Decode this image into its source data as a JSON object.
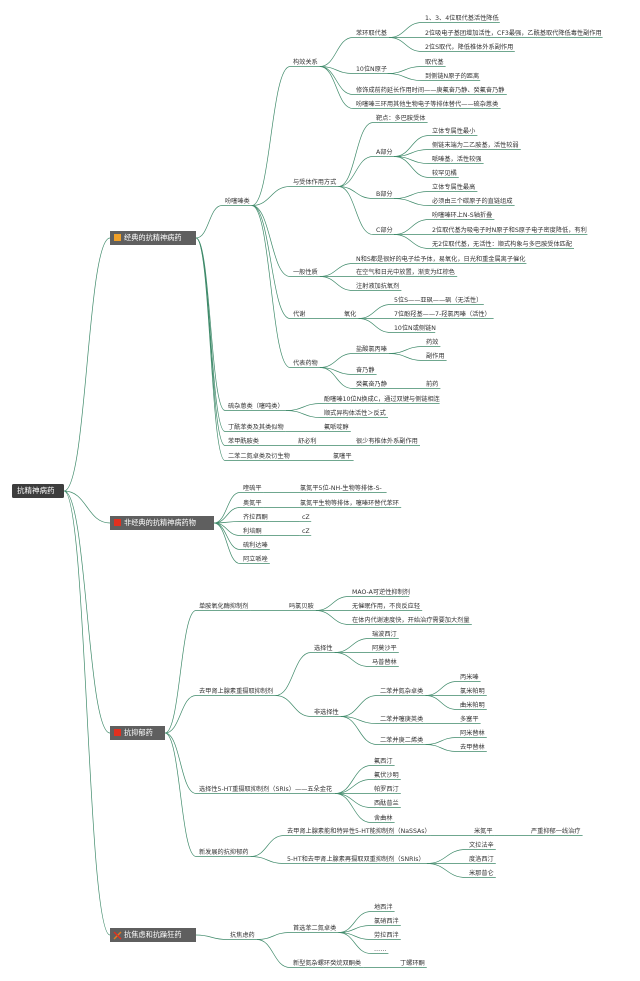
{
  "root": "抗精神病药",
  "colors": {
    "line": "#3f8a6a",
    "category_box": "#5f5f5f",
    "root_box": "#3d3d3d",
    "icon_orange": "#f0a028",
    "icon_red": "#e03020"
  },
  "tree": [
    {
      "text": "经典的抗精神病药",
      "icon": "orange-square",
      "children": [
        {
          "text": "吩噻嗪类",
          "children": [
            {
              "text": "构效关系",
              "children": [
                {
                  "text": "苯环取代基",
                  "children": [
                    {
                      "text": "1、3、4位取代基活性降低"
                    },
                    {
                      "text": "2位吸电子基团增加活性，CF3最强，乙酰基取代降低毒性副作用"
                    },
                    {
                      "text": "2位S取代，降低椎体外系副作用"
                    }
                  ]
                },
                {
                  "text": "10位N原子",
                  "children": [
                    {
                      "text": "取代基"
                    },
                    {
                      "text": "到侧链N原子的距离"
                    }
                  ]
                },
                {
                  "text": "修饰成前药延长作用时间——庚氟奋乃静、癸氟奋乃静"
                },
                {
                  "text": "吩噻嗪三环用其他生物电子等排体替代——硫杂蒽类"
                }
              ]
            },
            {
              "text": "与受体作用方式",
              "children": [
                {
                  "text": "靶点：多巴胺受体"
                },
                {
                  "text": "A部分",
                  "children": [
                    {
                      "text": "立体专属性最小"
                    },
                    {
                      "text": "侧链末端为二乙胺基，活性较弱"
                    },
                    {
                      "text": "哌嗪基，活性较强"
                    },
                    {
                      "text": "较罕见橘"
                    }
                  ]
                },
                {
                  "text": "B部分",
                  "children": [
                    {
                      "text": "立体专属性最高"
                    },
                    {
                      "text": "必须由三个碳原子的直链组成"
                    }
                  ]
                },
                {
                  "text": "C部分",
                  "children": [
                    {
                      "text": "吩噻嗪环上N-S轴折叠"
                    },
                    {
                      "text": "2位取代基为吸电子时N原子和S原子电子密度降低，有利"
                    },
                    {
                      "text": "无2位取代基，无活性：顺式构象与多巴胺受体匹配"
                    }
                  ]
                }
              ]
            },
            {
              "text": "一般性质",
              "children": [
                {
                  "text": "N和S都是很好的电子给予体，易氧化，日光和重金属离子催化"
                },
                {
                  "text": "在空气和日光中放置，渐变为红棕色"
                },
                {
                  "text": "注射液加抗氧剂"
                }
              ]
            },
            {
              "text": "代谢",
              "children": [
                {
                  "text": "氧化",
                  "children": [
                    {
                      "text": "5位S——亚砜——砜（无活性）"
                    },
                    {
                      "text": "7位酚羟基——7-羟氯丙嗪（活性）"
                    },
                    {
                      "text": "10位N或侧链N"
                    }
                  ]
                }
              ]
            },
            {
              "text": "代表药物",
              "children": [
                {
                  "text": "盐酸氯丙嗪",
                  "children": [
                    {
                      "text": "药效"
                    },
                    {
                      "text": "副作用"
                    }
                  ]
                },
                {
                  "text": "奋乃静"
                },
                {
                  "text": "癸氟奋乃静",
                  "children": [
                    {
                      "text": "前药"
                    }
                  ]
                }
              ]
            }
          ]
        },
        {
          "text": "硫杂蒽类（噻吨类）",
          "children": [
            {
              "text": "酚噻嗪10位N换成C，通过双键与侧链相连"
            },
            {
              "text": "顺式异构体活性＞反式"
            }
          ]
        },
        {
          "text": "丁酰苯类及其类似物",
          "children": [
            {
              "text": "氟哌啶醇"
            }
          ]
        },
        {
          "text": "苯甲酰胺类",
          "children": [
            {
              "text": "舒必利",
              "children": [
                {
                  "text": "很少有椎体外系副作用"
                }
              ]
            }
          ]
        },
        {
          "text": "二苯二氮卓类及衍生物",
          "children": [
            {
              "text": "氯噻平"
            }
          ]
        }
      ]
    },
    {
      "text": "非经典的抗精神病药物",
      "icon": "red-square",
      "children": [
        {
          "text": "喹硫平",
          "children": [
            {
              "text": "氯氮平5位-NH-生物等排体-S-"
            }
          ]
        },
        {
          "text": "奥氮平",
          "children": [
            {
              "text": "氯氮平生物等排体，噻嗪环替代苯环"
            }
          ]
        },
        {
          "text": "齐拉西酮",
          "children": [
            {
              "text": "cZ"
            }
          ]
        },
        {
          "text": "利培酮",
          "children": [
            {
              "text": "cZ"
            }
          ]
        },
        {
          "text": "硫利达嗪"
        },
        {
          "text": "阿立哌唑"
        }
      ]
    },
    {
      "text": "抗抑郁药",
      "icon": "red-square",
      "children": [
        {
          "text": "单胺氧化酶抑制剂",
          "children": [
            {
              "text": "吗氯贝胺",
              "children": [
                {
                  "text": "MAO-A可逆性抑制剂"
                },
                {
                  "text": "无催眠作用，不良反应轻"
                },
                {
                  "text": "在体内代谢速度快，开始治疗需要加大剂量"
                }
              ]
            }
          ]
        },
        {
          "text": "去甲肾上腺素重摄取抑制剂",
          "children": [
            {
              "text": "选择性",
              "children": [
                {
                  "text": "瑞波西汀"
                },
                {
                  "text": "阿莫沙平"
                },
                {
                  "text": "马普替林"
                }
              ]
            },
            {
              "text": "非选择性",
              "children": [
                {
                  "text": "二苯并氮杂卓类",
                  "children": [
                    {
                      "text": "丙米嗪"
                    },
                    {
                      "text": "氯米帕明"
                    },
                    {
                      "text": "曲米帕明"
                    }
                  ]
                },
                {
                  "text": "二苯并噻庚英类",
                  "children": [
                    {
                      "text": "多塞平"
                    }
                  ]
                },
                {
                  "text": "二苯并庚二烯类",
                  "children": [
                    {
                      "text": "阿米替林"
                    },
                    {
                      "text": "去甲替林"
                    }
                  ]
                }
              ]
            }
          ]
        },
        {
          "text": "选择性5-HT重摄取抑制剂（SRIs）——五朵金花",
          "children": [
            {
              "text": "氟西汀"
            },
            {
              "text": "氟伏沙明"
            },
            {
              "text": "帕罗西汀"
            },
            {
              "text": "西酞普兰"
            },
            {
              "text": "舍曲林"
            }
          ]
        },
        {
          "text": "新发展的抗抑郁药",
          "children": [
            {
              "text": "去甲肾上腺素能和特异性5-HT能抑制剂（NaSSAs）",
              "children": [
                {
                  "text": "米氮平",
                  "children": [
                    {
                      "text": "严重抑郁一线治疗"
                    }
                  ]
                }
              ]
            },
            {
              "text": "5-HT和去甲肾上腺素再摄取双重抑制剂（SNRIs）",
              "children": [
                {
                  "text": "文拉法辛"
                },
                {
                  "text": "度洛西汀"
                },
                {
                  "text": "米那普仑"
                }
              ]
            }
          ]
        }
      ]
    },
    {
      "text": "抗焦虑和抗躁狂药",
      "icon": "pick-icon",
      "children": [
        {
          "text": "抗焦虑药",
          "children": [
            {
              "text": "首选苯二氮卓类",
              "children": [
                {
                  "text": "地西泮"
                },
                {
                  "text": "氯硝西泮"
                },
                {
                  "text": "劳拉西泮"
                },
                {
                  "text": "……"
                }
              ]
            },
            {
              "text": "新型氮杂螺环癸烷双酮类",
              "children": [
                {
                  "text": "丁螺环酮"
                }
              ]
            }
          ]
        }
      ]
    }
  ]
}
